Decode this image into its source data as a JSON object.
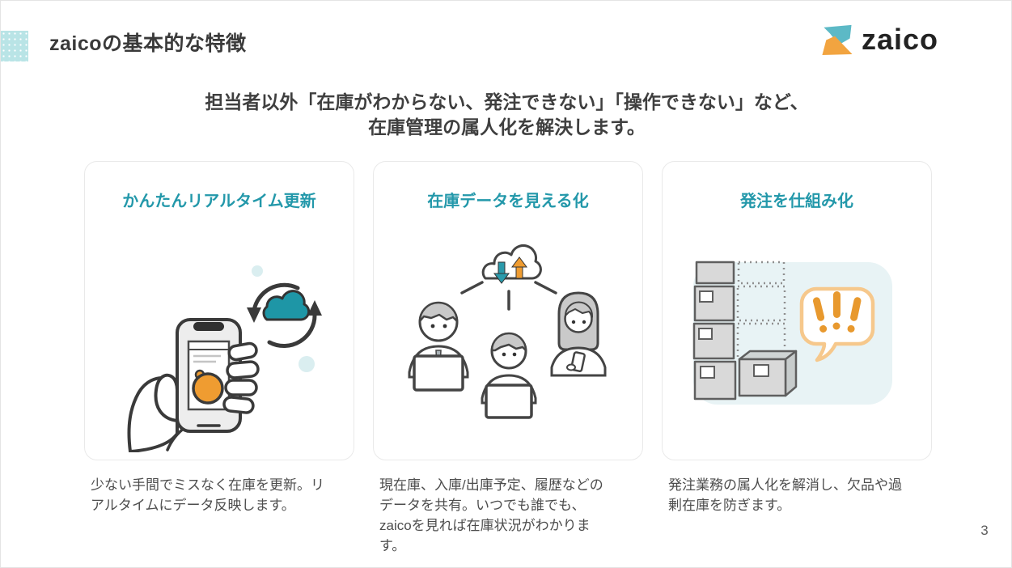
{
  "header": {
    "title": "zaicoの基本的な特徴",
    "logo_text": "zaico"
  },
  "lead": {
    "line1": "担当者以外「在庫がわからない、発注できない」「操作できない」など、",
    "line2": "在庫管理の属人化を解決します。"
  },
  "cards": [
    {
      "title": "かんたんリアルタイム更新",
      "description": "少ない手間でミスなく在庫を更新。リアルタイムにデータ反映します。",
      "illustration": "hand-phone-cloud-sync-illustration"
    },
    {
      "title": "在庫データを見える化",
      "description": "現在庫、入庫/出庫予定、履歴などのデータを共有。いつでも誰でも、zaicoを見れば在庫状況がわかります。",
      "illustration": "team-cloud-share-illustration"
    },
    {
      "title": "発注を仕組み化",
      "description": "発注業務の属人化を解消し、欠品や過剰在庫を防ぎます。",
      "illustration": "stock-boxes-alert-illustration"
    }
  ],
  "footer": {
    "page_number": "3"
  },
  "icons": {
    "zaico-logo-icon": "two stacked triangles (teal over orange) forming hourglass Z mark",
    "title-accent-square": "dotted teal square",
    "hand-phone-cloud-sync-illustration": "hand holding smartphone beside circular sync arrows around teal cloud",
    "team-cloud-share-illustration": "cloud with upload/download arrows linked to three people with laptops and phone",
    "stock-boxes-alert-illustration": "stacked inventory boxes with dashed empty slots and exclamation speech bubble"
  },
  "colors": {
    "accent_teal": "#2398aa",
    "logo_teal": "#5cb9c6",
    "logo_orange": "#f2a440",
    "cloud_teal": "#1e96a6",
    "arrow_orange": "#ef9c31",
    "exclamation_orange": "#e8992e",
    "bubble_border_orange": "#f6c88c",
    "illustration_bg_blue": "#e8f3f5",
    "card_border_gray": "#e9e9e9",
    "text_dark": "#3f3f3f",
    "text_gray": "#4d4d4d"
  }
}
